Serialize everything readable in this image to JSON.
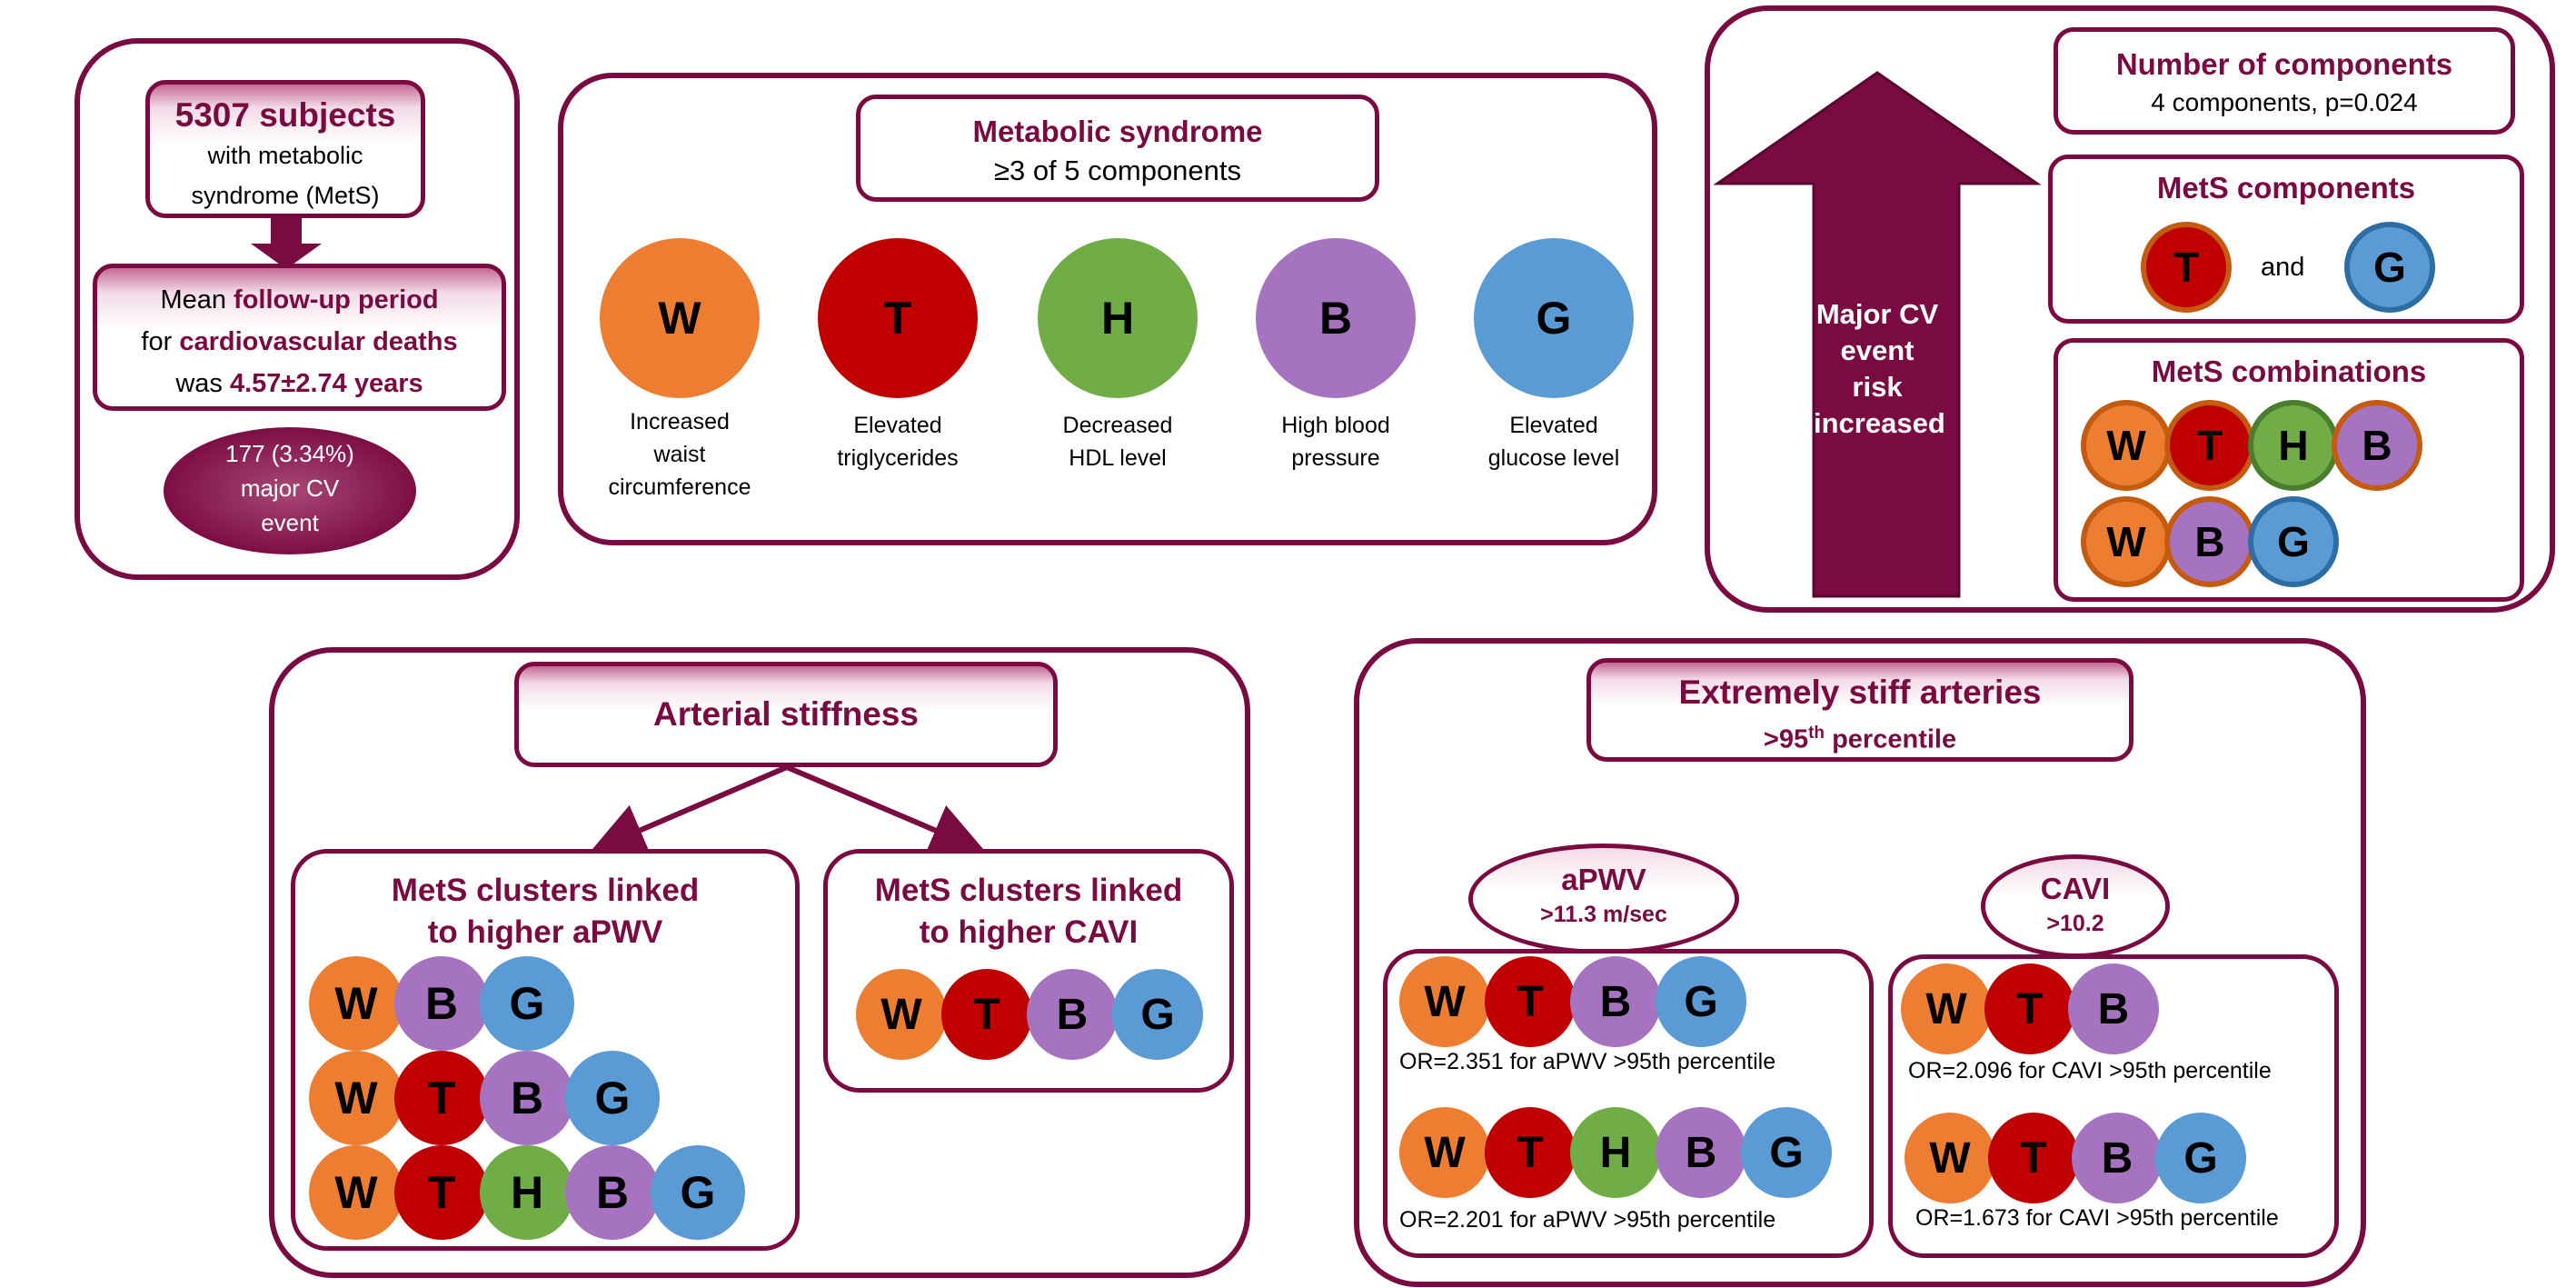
{
  "colors": {
    "maroon": "#7a0a42",
    "W": "#ed7d31",
    "T": "#c00000",
    "H": "#70ad47",
    "B": "#a573c0",
    "G": "#5b9bd5"
  },
  "study": {
    "subjects_title": "5307 subjects",
    "subjects_sub1": "with metabolic",
    "subjects_sub2": "syndrome (MetS)",
    "followup_pre": "Mean ",
    "followup_bold": "follow-up period",
    "followup_line2_pre": "for ",
    "followup_line2_bold": "cardiovascular deaths",
    "followup_line3_pre": "was ",
    "followup_line3_bold": "4.57±2.74  years",
    "events_line1": "177 (3.34%)",
    "events_line2": "major CV",
    "events_line3": "event"
  },
  "mets_def": {
    "title": "Metabolic syndrome",
    "subtitle": "≥3 of 5 components",
    "components": [
      {
        "letter": "W",
        "label1": "Increased",
        "label2": "waist",
        "label3": "circumference"
      },
      {
        "letter": "T",
        "label1": "Elevated",
        "label2": "triglycerides",
        "label3": ""
      },
      {
        "letter": "H",
        "label1": "Decreased",
        "label2": "HDL level",
        "label3": ""
      },
      {
        "letter": "B",
        "label1": "High blood",
        "label2": "pressure",
        "label3": ""
      },
      {
        "letter": "G",
        "label1": "Elevated",
        "label2": "glucose level",
        "label3": ""
      }
    ]
  },
  "cv_risk": {
    "arrow_line1": "Major CV",
    "arrow_line2": "event risk",
    "arrow_line3": "increased",
    "num_title": "Number of components",
    "num_value": "4 components, p=0.024",
    "comp_title": "MetS components",
    "comp_and": "and",
    "comp_letters": [
      "T",
      "G"
    ],
    "comb_title": "MetS combinations",
    "comb_row1": [
      "W",
      "T",
      "H",
      "B"
    ],
    "comb_row2": [
      "W",
      "B",
      "G"
    ]
  },
  "arterial": {
    "title": "Arterial stiffness",
    "apwv_title1": "MetS clusters linked",
    "apwv_title2": "to higher aPWV",
    "apwv_rows": [
      [
        "W",
        "B",
        "G"
      ],
      [
        "W",
        "T",
        "B",
        "G"
      ],
      [
        "W",
        "T",
        "H",
        "B",
        "G"
      ]
    ],
    "cavi_title1": "MetS clusters linked",
    "cavi_title2": "to higher CAVI",
    "cavi_row": [
      "W",
      "T",
      "B",
      "G"
    ]
  },
  "extreme": {
    "title": "Extremely stiff arteries",
    "sub_pre": ">95",
    "sub_sup": "th",
    "sub_post": " percentile",
    "apwv_label": "aPWV",
    "apwv_thresh": ">11.3 m/sec",
    "cavi_label": "CAVI",
    "cavi_thresh": ">10.2",
    "apwv_row1": [
      "W",
      "T",
      "B",
      "G"
    ],
    "apwv_or1": "OR=2.351 for aPWV >95th percentile",
    "apwv_row2": [
      "W",
      "T",
      "H",
      "B",
      "G"
    ],
    "apwv_or2": "OR=2.201 for aPWV >95th percentile",
    "cavi_row1": [
      "W",
      "T",
      "B"
    ],
    "cavi_or1": "OR=2.096 for CAVI >95th percentile",
    "cavi_row2": [
      "W",
      "T",
      "B",
      "G"
    ],
    "cavi_or2": "OR=1.673 for CAVI >95th percentile"
  }
}
